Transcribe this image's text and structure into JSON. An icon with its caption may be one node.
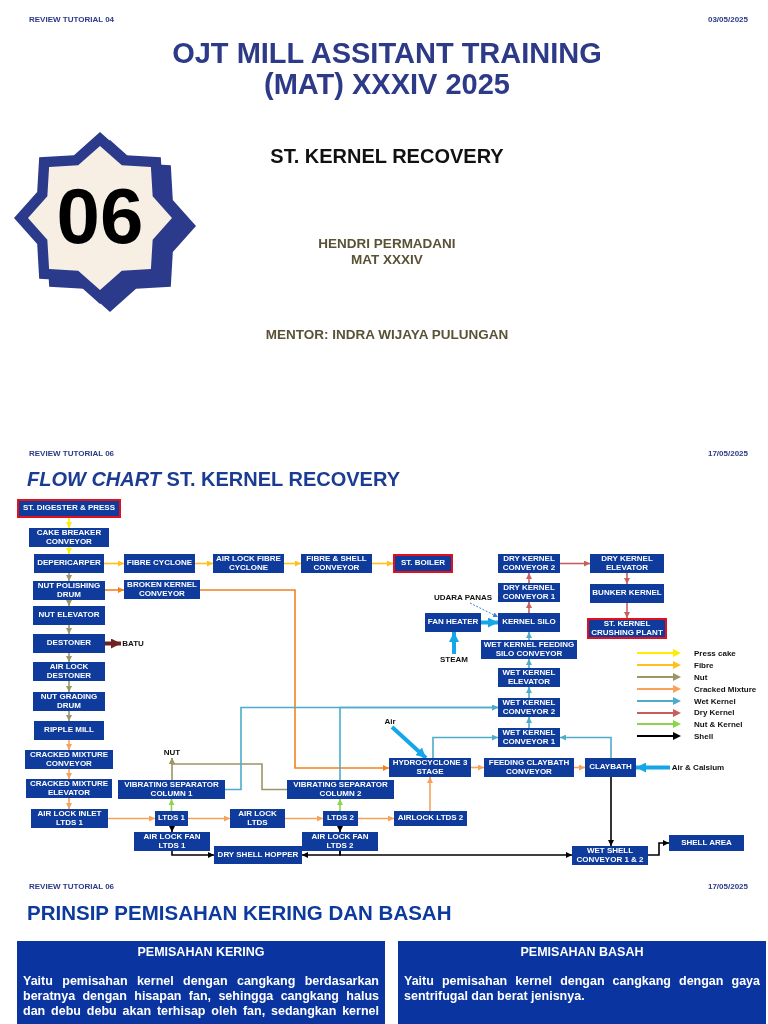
{
  "diagram": {
    "title": "OJT MILL ASSITANT TRAINING (MAT) XXXIV 2025",
    "nodes": [
      {
        "text": [
          "06"
        ]
      },
      {
        "text": [
          "ST. DIGESTER & PRESS"
        ]
      },
      {
        "text": [
          "CAKE BREAKER CONVEYOR"
        ]
      },
      {
        "text": [
          "DEPERICARPER"
        ]
      },
      {
        "text": [
          "FIBRE CYCLONE"
        ]
      },
      {
        "text": [
          "AIR LOCK FIBRE CYCLONE"
        ]
      },
      {
        "text": [
          "FIBRE & SHELL CONVEYOR"
        ]
      },
      {
        "text": [
          "ST. BOILER"
        ]
      },
      {
        "text": [
          "DRY KERNEL CONVEYOR 2"
        ]
      },
      {
        "text": [
          "DRY KERNEL ELEVATOR"
        ]
      },
      {
        "text": [
          "NUT POLISHING DRUM"
        ]
      },
      {
        "text": [
          "BROKEN KERNEL CONVEYOR"
        ]
      },
      {
        "text": [
          "DRY KERNEL CONVEYOR 1"
        ]
      },
      {
        "text": [
          "BUNKER KERNEL"
        ]
      },
      {
        "text": [
          "UDARA PANAS"
        ]
      },
      {
        "text": [
          "NUT ELEVATOR"
        ]
      },
      {
        "text": [
          "FAN HEATER"
        ]
      },
      {
        "text": [
          "KERNEL SILO"
        ]
      },
      {
        "text": [
          "ST. KERNEL CRUSHING PLANT"
        ]
      },
      {
        "text": [
          "DESTONER"
        ]
      },
      {
        "text": [
          "BATU"
        ]
      },
      {
        "text": [
          "STEAM"
        ]
      },
      {
        "text": [
          "WET KERNEL FEEDING SILO CONVEYOR"
        ]
      },
      {
        "text": [
          "AIR LOCK DESTONER"
        ]
      },
      {
        "text": [
          "WET KERNEL ELEVATOR"
        ]
      },
      {
        "text": [
          "NUT GRADING DRUM"
        ]
      },
      {
        "text": [
          "WET KERNEL CONVEYOR 2"
        ]
      },
      {
        "text": [
          "Air"
        ]
      },
      {
        "text": [
          "RIPPLE MILL"
        ]
      },
      {
        "text": [
          "WET KERNEL CONVEYOR 1"
        ]
      },
      {
        "text": [
          "NUT"
        ]
      },
      {
        "text": [
          "CRACKED MIXTURE CONVEYOR"
        ]
      },
      {
        "text": [
          "HYDROCYCLONE 3 STAGE"
        ]
      },
      {
        "text": [
          "FEEDING CLAYBATH CONVEYOR"
        ]
      },
      {
        "text": [
          "CLAYBATH"
        ]
      },
      {
        "text": [
          "Air & Calsium"
        ]
      },
      {
        "text": [
          "CRACKED MIXTURE ELEVATOR"
        ]
      },
      {
        "text": [
          "VIBRATING SEPARATOR COLUMN 1"
        ]
      },
      {
        "text": [
          "VIBRATING SEPARATOR COLUMN 2"
        ]
      },
      {
        "text": [
          "AIR LOCK INLET LTDS 1"
        ]
      },
      {
        "text": [
          "LTDS 1"
        ]
      },
      {
        "text": [
          "AIR LOCK LTDS"
        ]
      },
      {
        "text": [
          "LTDS 2"
        ]
      },
      {
        "text": [
          "AIRLOCK LTDS 2"
        ]
      },
      {
        "text": [
          "AIR LOCK FAN LTDS 1"
        ]
      },
      {
        "text": [
          "AIR LOCK FAN LTDS 2"
        ]
      },
      {
        "text": [
          "SHELL AREA"
        ]
      },
      {
        "text": [
          "DRY SHELL HOPPER"
        ]
      },
      {
        "text": [
          "WET SHELL CONVEYOR 1 & 2"
        ]
      },
      {
        "text": [
          "PEMISAHAN KERING",
          "Yaitu pemisahan kernel dengan cangkang berdasarkan beratnya dengan hisapan fan, sehingga cangkang halus dan debu debu akan terhisap oleh fan, sedangkan kernel"
        ]
      },
      {
        "text": [
          "PEMISAHAN BASAH",
          "Yaitu pemisahan kernel dengan cangkang dengan gaya sentrifugal dan berat jenisnya."
        ]
      }
    ],
    "edges": [
      {
        "from": 1,
        "to": 2,
        "arrow": "to",
        "color": "#ffed00"
      },
      {
        "from": 2,
        "to": 3,
        "arrow": "to",
        "color": "#ffed00"
      },
      {
        "from": 3,
        "to": 4,
        "arrow": "to",
        "color": "#ffc01d"
      },
      {
        "from": 4,
        "to": 5,
        "arrow": "to",
        "color": "#ffc01d"
      },
      {
        "from": 5,
        "to": 6,
        "arrow": "to",
        "color": "#ffc01d"
      },
      {
        "from": 6,
        "to": 7,
        "arrow": "to",
        "color": "#ffc01d"
      },
      {
        "from": 3,
        "to": 10,
        "arrow": "to",
        "color": "#9c9566"
      },
      {
        "from": 10,
        "to": 11,
        "arrow": "to",
        "color": "#f0831f"
      },
      {
        "from": 11,
        "to": 32,
        "arrow": "to",
        "color": "#f0831f"
      },
      {
        "from": 10,
        "to": 15,
        "arrow": "to",
        "color": "#9c9566"
      },
      {
        "from": 15,
        "to": 19,
        "arrow": "to",
        "color": "#9c9566"
      },
      {
        "from": 19,
        "to": 20,
        "arrow": "to",
        "color": "#6e2323",
        "style": "thick"
      },
      {
        "from": 19,
        "to": 23,
        "arrow": "to",
        "color": "#9c9566"
      },
      {
        "from": 23,
        "to": 25,
        "arrow": "to",
        "color": "#9c9566"
      },
      {
        "from": 25,
        "to": 28,
        "arrow": "to",
        "color": "#9c9566"
      },
      {
        "from": 28,
        "to": 31,
        "arrow": "to"
      },
      {
        "from": 31,
        "to": 36,
        "arrow": "to"
      },
      {
        "from": 36,
        "to": 39,
        "arrow": "to"
      },
      {
        "from": 39,
        "to": 40,
        "arrow": "to"
      },
      {
        "from": 40,
        "to": 41,
        "arrow": "to"
      },
      {
        "from": 41,
        "to": 42,
        "arrow": "to"
      },
      {
        "from": 42,
        "to": 43,
        "arrow": "to"
      },
      {
        "from": 43,
        "to": 32,
        "arrow": "to"
      },
      {
        "from": 32,
        "to": 33,
        "arrow": "to"
      },
      {
        "from": 33,
        "to": 34,
        "arrow": "to"
      },
      {
        "from": 40,
        "to": 37,
        "arrow": "to",
        "color": "#8ed34c"
      },
      {
        "from": 42,
        "to": 38,
        "arrow": "to",
        "color": "#8ed34c"
      },
      {
        "from": 37,
        "to": 30,
        "arrow": "to",
        "color": "#9c9566"
      },
      {
        "from": 38,
        "to": 30,
        "arrow": "to",
        "color": "#9c9566"
      },
      {
        "from": 37,
        "to": 26,
        "arrow": "to",
        "color": "#4daccb"
      },
      {
        "from": 38,
        "to": 26,
        "arrow": "to",
        "color": "#4daccb"
      },
      {
        "from": 32,
        "to": 29,
        "arrow": "to",
        "color": "#4daccb"
      },
      {
        "from": 34,
        "to": 29,
        "arrow": "to",
        "color": "#4daccb"
      },
      {
        "from": 29,
        "to": 26,
        "arrow": "to",
        "color": "#4daccb"
      },
      {
        "from": 26,
        "to": 24,
        "arrow": "to",
        "color": "#4daccb"
      },
      {
        "from": 24,
        "to": 22,
        "arrow": "to",
        "color": "#4daccb"
      },
      {
        "from": 22,
        "to": 17,
        "arrow": "to",
        "color": "#4daccb"
      },
      {
        "from": 17,
        "to": 12,
        "arrow": "to",
        "color": "#c95d5d"
      },
      {
        "from": 12,
        "to": 8,
        "arrow": "to",
        "color": "#c95d5d"
      },
      {
        "from": 8,
        "to": 9,
        "arrow": "to",
        "color": "#c95d5d"
      },
      {
        "from": 9,
        "to": 13,
        "arrow": "to",
        "color": "#c95d5d"
      },
      {
        "from": 13,
        "to": 18,
        "arrow": "to",
        "color": "#c95d5d"
      },
      {
        "from": 16,
        "to": 17,
        "arrow": "to",
        "color": "#15a6e8",
        "style": "thick"
      },
      {
        "from": 21,
        "to": 16,
        "arrow": "to",
        "color": "#15a6e8",
        "style": "thick"
      },
      {
        "from": 14,
        "to": 17,
        "arrow": "to",
        "color": "#3f7fd4",
        "style": "dashed"
      },
      {
        "from": 27,
        "to": 32,
        "arrow": "to",
        "color": "#15a6e8",
        "style": "thick"
      },
      {
        "from": 35,
        "to": 34,
        "arrow": "to",
        "color": "#15a6e8",
        "style": "thick"
      },
      {
        "from": 40,
        "to": 44,
        "arrow": "to",
        "color": "#000000"
      },
      {
        "from": 44,
        "to": 47,
        "arrow": "to",
        "color": "#000000"
      },
      {
        "from": 42,
        "to": 45,
        "arrow": "to",
        "color": "#000000"
      },
      {
        "from": 45,
        "to": 47,
        "arrow": "to",
        "color": "#000000"
      },
      {
        "from": 45,
        "to": 48,
        "arrow": "to",
        "color": "#000000"
      },
      {
        "from": 34,
        "to": 48,
        "arrow": "to",
        "color": "#000000"
      },
      {
        "from": 48,
        "to": 46,
        "arrow": "to",
        "color": "#000000"
      }
    ],
    "labels": [
      "REVIEW TUTORIAL 04",
      "03/05/2025",
      "ST. KERNEL RECOVERY",
      "HENDRI PERMADANI",
      "MAT XXXIV",
      "MENTOR: INDRA WIJAYA PULUNGAN",
      "REVIEW TUTORIAL 06",
      "17/05/2025",
      "*FLOW CHART* ST. KERNEL RECOVERY",
      "REVIEW TUTORIAL 06",
      "17/05/2025",
      "PRINSIP PEMISAHAN KERING DAN BASAH"
    ],
    "legend": [
      {
        "text": "Press cake",
        "color": "#ffed00"
      },
      {
        "text": "Fibre",
        "color": "#ffc01d"
      },
      {
        "text": "Nut",
        "color": "#9c9566"
      },
      {
        "text": "Cracked Mixture",
        "color": "#f6a25b"
      },
      {
        "text": "Wet Kernel",
        "color": "#4daccb"
      },
      {
        "text": "Dry Kernel",
        "color": "#c95d5d"
      },
      {
        "text": "Nut & Kernel",
        "color": "#8ed34c"
      },
      {
        "text": "Shell",
        "color": "#000000"
      }
    ]
  }
}
